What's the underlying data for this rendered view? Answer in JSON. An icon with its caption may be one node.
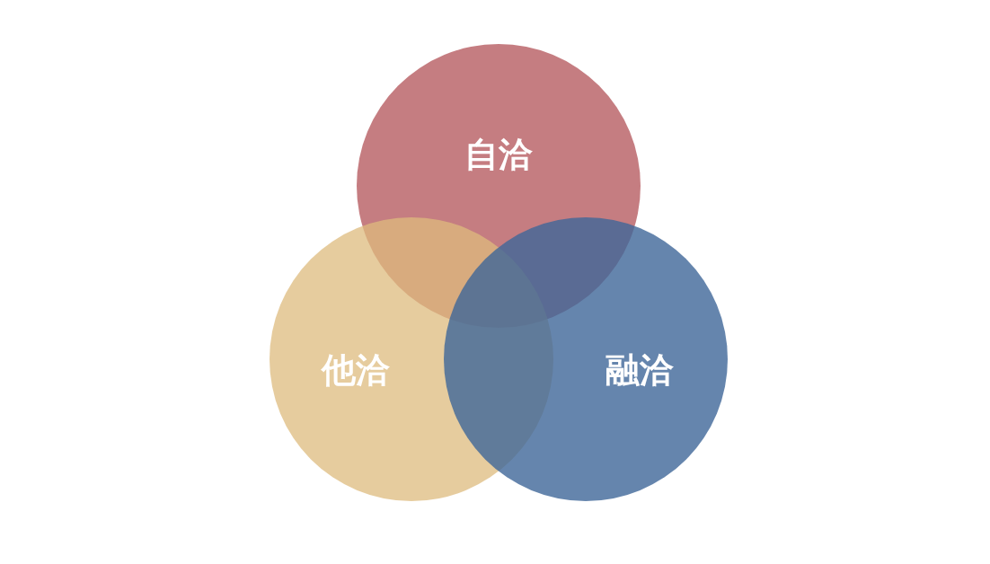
{
  "diagram": {
    "nodes": [
      {
        "text": [
          "自洽"
        ]
      },
      {
        "text": [
          "他洽"
        ]
      },
      {
        "text": [
          "融洽"
        ]
      }
    ]
  }
}
